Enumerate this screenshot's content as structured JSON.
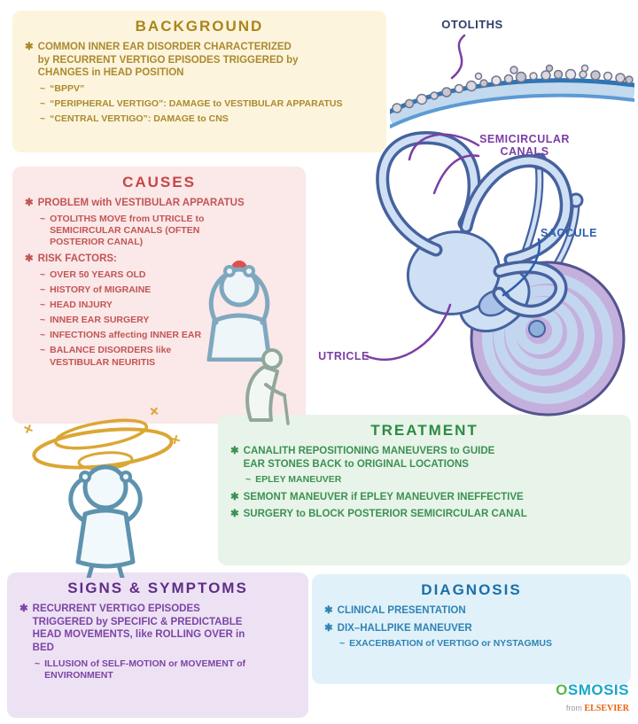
{
  "markers": {
    "bullet": "✱",
    "sub": "~"
  },
  "background": {
    "title": "BACKGROUND",
    "bullet0": "COMMON INNER EAR DISORDER CHARACTERIZED by RECURRENT VERTIGO EPISODES TRIGGERED by CHANGES in HEAD POSITION",
    "sub0": "“BPPV”",
    "sub1": "“PERIPHERAL VERTIGO”: DAMAGE to VESTIBULAR APPARATUS",
    "sub2": "“CENTRAL VERTIGO”: DAMAGE to CNS"
  },
  "causes": {
    "title": "CAUSES",
    "bullet0": "PROBLEM with VESTIBULAR APPARATUS",
    "bullet0_sub0": "OTOLITHS MOVE from UTRICLE to SEMICIRCULAR CANALS (OFTEN POSTERIOR CANAL)",
    "bullet1": "RISK FACTORS:",
    "risk0": "OVER 50 YEARS OLD",
    "risk1": "HISTORY of MIGRAINE",
    "risk2": "HEAD INJURY",
    "risk3": "INNER EAR SURGERY",
    "risk4": "INFECTIONS affecting INNER EAR",
    "risk5": "BALANCE DISORDERS like VESTIBULAR NEURITIS"
  },
  "anatomy": {
    "otoliths": "OTOLITHS",
    "semicircular_canals": "SEMICIRCULAR CANALS",
    "saccule": "SACCULE",
    "utricle": "UTRICLE"
  },
  "treatment": {
    "title": "TREATMENT",
    "bullet0": "CANALITH REPOSITIONING MANEUVERS to GUIDE EAR STONES BACK to ORIGINAL LOCATIONS",
    "bullet0_sub0": "EPLEY MANEUVER",
    "bullet1": "SEMONT MANEUVER if EPLEY MANEUVER INEFFECTIVE",
    "bullet2": "SURGERY to BLOCK POSTERIOR SEMICIRCULAR CANAL"
  },
  "signs": {
    "title": "SIGNS & SYMPTOMS",
    "bullet0": "RECURRENT VERTIGO EPISODES TRIGGERED by SPECIFIC & PREDICTABLE HEAD MOVEMENTS, like ROLLING OVER in BED",
    "sub0": "ILLUSION of SELF-MOTION or MOVEMENT of ENVIRONMENT"
  },
  "diagnosis": {
    "title": "DIAGNOSIS",
    "bullet0": "CLINICAL PRESENTATION",
    "bullet1": "DIX–HALLPIKE MANEUVER",
    "sub0": "EXACERBATION of VERTIGO or NYSTAGMUS"
  },
  "logo": {
    "brand": "OSMOSIS",
    "from": "from",
    "publisher": "ELSEVIER"
  },
  "colors": {
    "background_accent": "#a9851c",
    "causes_accent": "#c64545",
    "treatment_accent": "#2d8a44",
    "signs_accent": "#5e2e86",
    "diagnosis_accent": "#1a6fa9",
    "otoliths_label": "#2c3e6b",
    "semicircular_label": "#7c3da6",
    "saccule_label": "#2b5fae",
    "utricle_label": "#7c3da6",
    "logo_teal": "#18a7cd",
    "elsevier_orange": "#e8630c"
  }
}
